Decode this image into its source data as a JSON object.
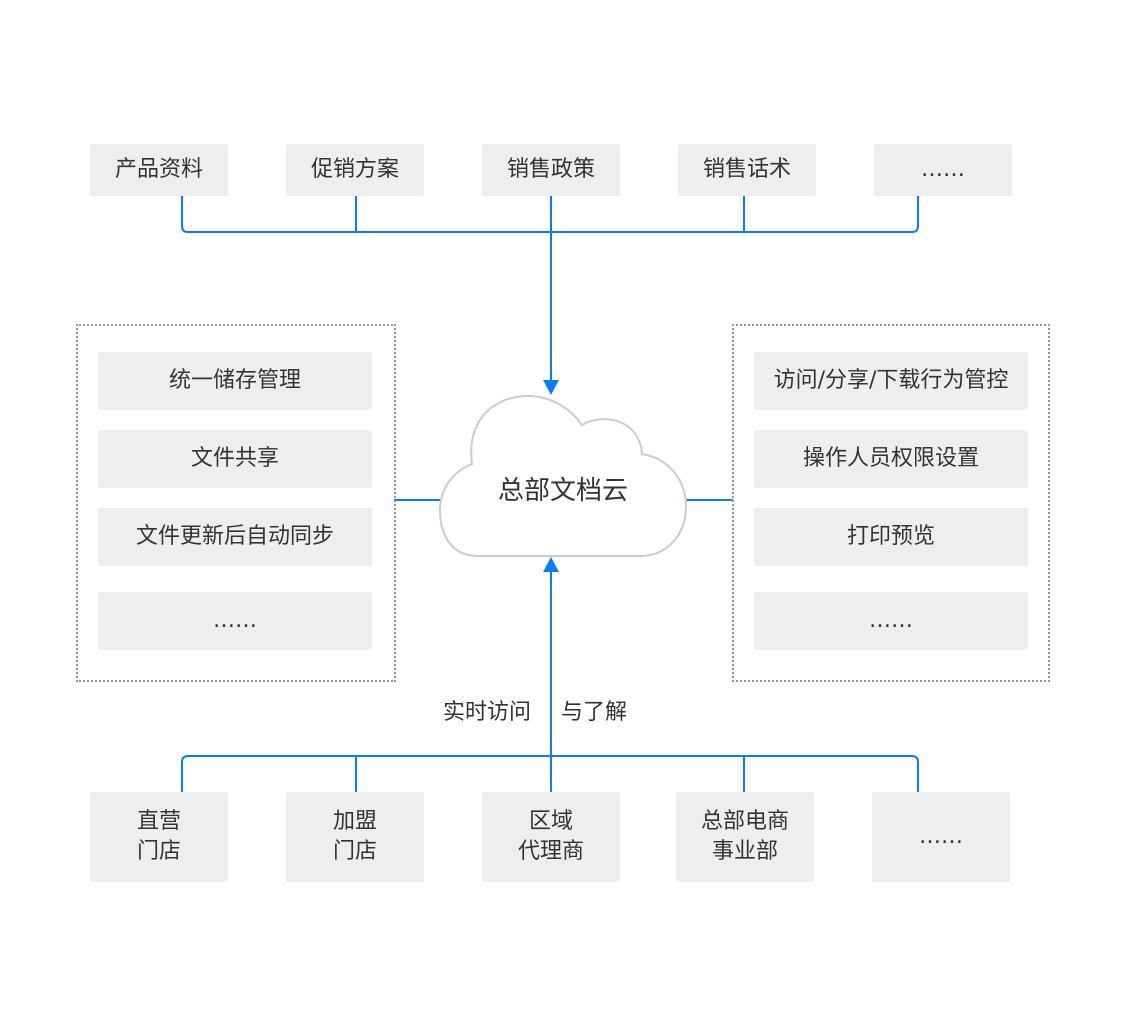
{
  "colors": {
    "connector": "#0a7ef0",
    "box_fill": "#eeeeee",
    "cloud_stroke": "#cccccc",
    "text": "#333333"
  },
  "content_sources": [
    {
      "label": "产品资料"
    },
    {
      "label": "促销方案"
    },
    {
      "label": "销售政策"
    },
    {
      "label": "销售话术"
    },
    {
      "label": "……"
    }
  ],
  "center": {
    "label": "总部文档云",
    "icon": "cloud-icon"
  },
  "left_panel": {
    "items": [
      {
        "label": "统一储存管理"
      },
      {
        "label": "文件共享"
      },
      {
        "label": "文件更新后自动同步"
      },
      {
        "label": "……"
      }
    ]
  },
  "right_panel": {
    "items": [
      {
        "label": "访问/分享/下载行为管控"
      },
      {
        "label": "操作人员权限设置"
      },
      {
        "label": "打印预览"
      },
      {
        "label": "……"
      }
    ]
  },
  "access_label": {
    "left": "实时访问",
    "right": "与了解"
  },
  "consumers": [
    {
      "line1": "直营",
      "line2": "门店"
    },
    {
      "line1": "加盟",
      "line2": "门店"
    },
    {
      "line1": "区域",
      "line2": "代理商"
    },
    {
      "line1": "总部电商",
      "line2": "事业部"
    },
    {
      "line1": "……",
      "line2": ""
    }
  ]
}
